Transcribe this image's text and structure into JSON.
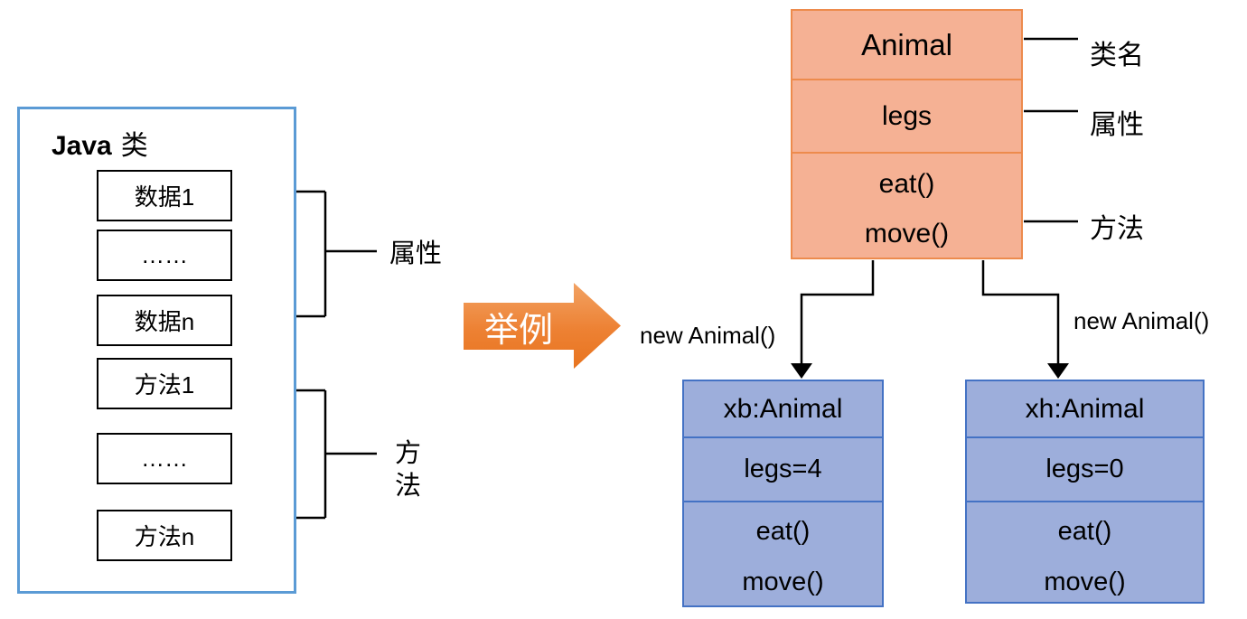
{
  "diagram": {
    "java_class_panel": {
      "title_bold": "Java",
      "title_rest": "类",
      "members": [
        {
          "label": "数据1"
        },
        {
          "label": "……"
        },
        {
          "label": "数据n"
        },
        {
          "label": "方法1"
        },
        {
          "label": "……"
        },
        {
          "label": "方法n"
        }
      ],
      "attributes_bracket_label": "属性",
      "methods_bracket_label": "方法"
    },
    "example_arrow": {
      "label": "举例"
    },
    "animal_class": {
      "name": "Animal",
      "attribute": "legs",
      "methods": [
        "eat()",
        "move()"
      ],
      "annotations": [
        {
          "label": "类名"
        },
        {
          "label": "属性"
        },
        {
          "label": "方法"
        }
      ]
    },
    "instantiation": {
      "left_label": "new Animal()",
      "right_label": "new Animal()"
    },
    "instances": [
      {
        "name": "xb:Animal",
        "attribute": "legs=4",
        "methods": [
          "eat()",
          "move()"
        ]
      },
      {
        "name": "xh:Animal",
        "attribute": "legs=0",
        "methods": [
          "eat()",
          "move()"
        ]
      }
    ],
    "colors": {
      "panel_border_blue": "#5B9BD5",
      "class_fill_orange": "#F5B194",
      "class_border_orange": "#ED8B4D",
      "arrow_orange": "#ED7D31",
      "instance_fill_blue": "#9DAEDB",
      "instance_border_blue": "#4472C4",
      "line_black": "#000000"
    }
  }
}
